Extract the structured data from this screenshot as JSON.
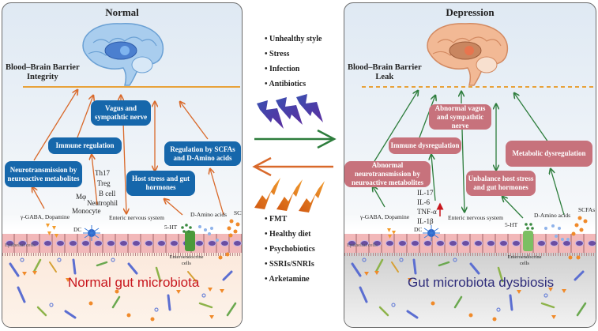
{
  "colors": {
    "normal_box": "#1667ab",
    "depression_box": "#c7727c",
    "normal_arrow": "#d9692a",
    "depression_arrow": "#2d7d3c",
    "bbb_line": "#e8a23a",
    "normal_gut_title": "#c8161d",
    "depression_gut_title": "#2e2c7a"
  },
  "normal": {
    "title": "Normal",
    "bbb_label_line1": "Blood–Brain Barrier",
    "bbb_label_line2": "Integrity",
    "boxes": {
      "vagus": "Vagus and sympathtic nerve",
      "immune": "Immune regulation",
      "neuro": "Neurotransmission by neuroactive metabolites",
      "host": "Host stress and gut hormones",
      "scfa": "Regulation by SCFAs and D-Amino acids"
    },
    "immune_cells": [
      "Th17",
      "Treg",
      "B cell",
      "Neutrophil"
    ],
    "mphi": "Mφ",
    "monocyte": "Monocyte",
    "labels": {
      "gaba": "γ-GABA, Dopamine",
      "dc": "DC",
      "ens": "Enteric nervous system",
      "ht": "5-HT",
      "damino": "D-Amino acids",
      "scfas": "SCFAs",
      "epithelial": "Epithelial cells",
      "enteroendocrine": "Enteroendocrine cells"
    },
    "gut_title": "Normal gut microbiota"
  },
  "middle": {
    "risk_factors": [
      "Unhealthy style",
      "Stress",
      "Infection",
      "Antibiotics"
    ],
    "treatments": [
      "FMT",
      "Healthy diet",
      "Psychobiotics",
      "SSRIs/SNRIs",
      "Arketamine"
    ],
    "bullet": "•"
  },
  "depression": {
    "title": "Depression",
    "bbb_label_line1": "Blood–Brain Barrier",
    "bbb_label_line2": "Leak",
    "boxes": {
      "vagus": "Abnormal vagus and sympathtic nerve",
      "immune": "Immune dysregulation",
      "neuro": "Abnormal neurotransmission by neuroactive metabolites",
      "host": "Unbalance host stress and gut hormones",
      "metabolic": "Metabolic dysregulation"
    },
    "cytokines": [
      "IL-17",
      "IL-6",
      "TNF-α",
      "IL-1β"
    ],
    "labels": {
      "gaba": "γ-GABA, Dopamine",
      "dc": "DC",
      "ens": "Enteric nervous system",
      "ht": "5-HT",
      "damino": "D-Amino acids",
      "scfas": "SCFAs",
      "epithelial": "Epithelial cells",
      "enteroendocrine": "Enteroendocrine cells"
    },
    "gut_title": "Gut microbiota dysbiosis"
  }
}
